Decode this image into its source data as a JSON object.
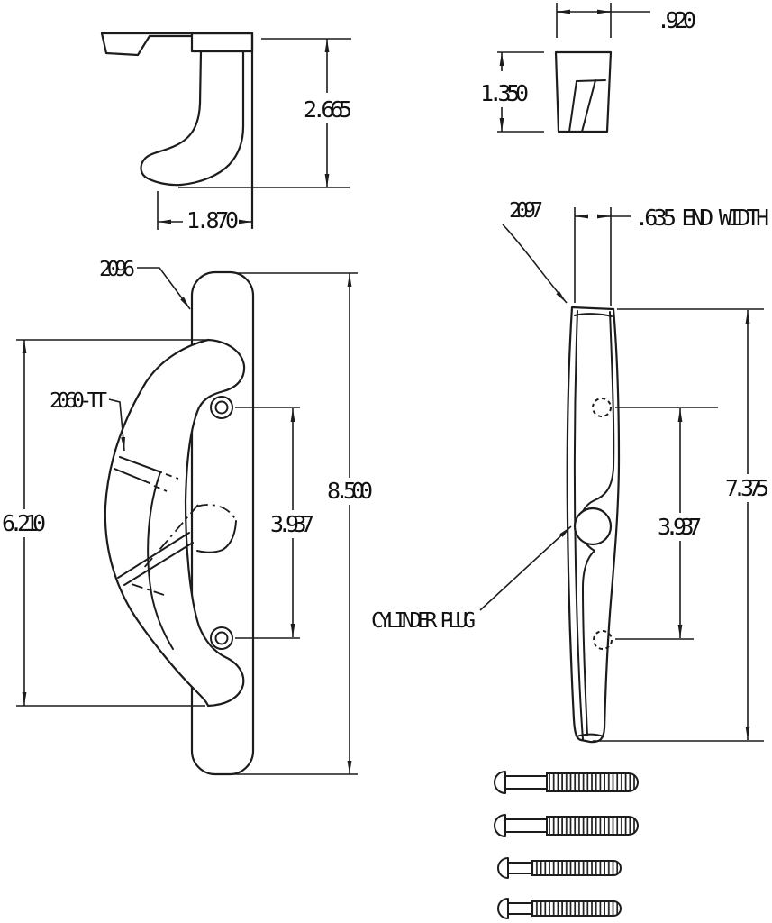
{
  "colors": {
    "background": "#ffffff",
    "ink": "#1c1c1c"
  },
  "views": {
    "side": {
      "height": "2.665",
      "width": "1.870"
    },
    "end": {
      "width": ".920",
      "height": "1.350"
    },
    "inside": {
      "plate_part_label": "2096",
      "latch_part_label": "2060-TT",
      "plate_height": "8.500",
      "grip_height": "6.210",
      "hole_spacing": "3.937"
    },
    "outside": {
      "part_label": "2097",
      "end_width": ".635 END WIDTH",
      "overall_height": "7.375",
      "hole_spacing": "3.937",
      "plug_label": "CYLINDER PLUG"
    }
  }
}
